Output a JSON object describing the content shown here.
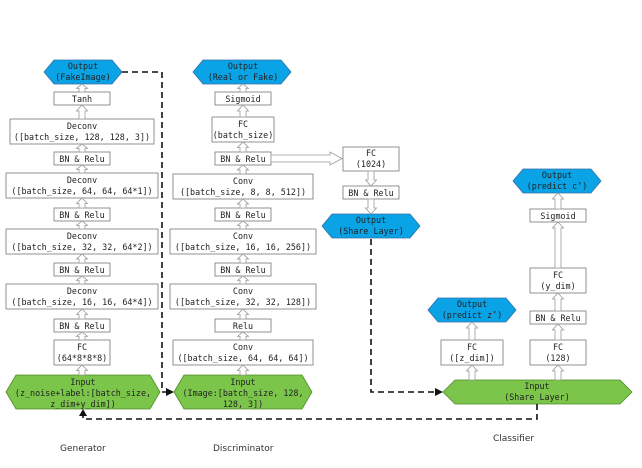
{
  "generator": {
    "output": [
      "Output",
      "(FakeImage)"
    ],
    "tanh": "Tanh",
    "deconv1": [
      "Deconv",
      "([batch_size, 128, 128, 3])"
    ],
    "bn1": "BN & Relu",
    "deconv2": [
      "Deconv",
      "([batch_size, 64, 64, 64*1])"
    ],
    "bn2": "BN & Relu",
    "deconv3": [
      "Deconv",
      "([batch_size, 32, 32, 64*2])"
    ],
    "bn3": "BN & Relu",
    "deconv4": [
      "Deconv",
      "([batch_size, 16, 16, 64*4])"
    ],
    "bn4": "BN & Relu",
    "fc": [
      "FC",
      "(64*8*8*8)"
    ],
    "input": [
      "Input",
      "(z_noise+label:[batch_size,",
      "z_dim+y_dim])"
    ],
    "caption": "Generator"
  },
  "discriminator": {
    "output": [
      "Output",
      "(Real or Fake)"
    ],
    "sigmoid": "Sigmoid",
    "fc": [
      "FC",
      "(batch_size)"
    ],
    "bn1": "BN & Relu",
    "conv1": [
      "Conv",
      "([batch_size, 8, 8, 512])"
    ],
    "bn2": "BN & Relu",
    "conv2": [
      "Conv",
      "([batch_size, 16, 16, 256])"
    ],
    "bn3": "BN & Relu",
    "conv3": [
      "Conv",
      "([batch_size, 32, 32, 128])"
    ],
    "relu": "Relu",
    "conv4": [
      "Conv",
      "([batch_size, 64, 64, 64])"
    ],
    "input": [
      "Input",
      "(Image:[batch_size, 128,",
      "128, 3])"
    ],
    "caption": "Discriminator"
  },
  "shared": {
    "fc": [
      "FC",
      "(1024)"
    ],
    "bn": "BN & Relu",
    "output": [
      "Output",
      "(Share Layer)"
    ]
  },
  "classifier": {
    "output_z": [
      "Output",
      "(predict z’)"
    ],
    "fc_z": [
      "FC",
      "([z_dim])"
    ],
    "output_c": [
      "Output",
      "(predict c’)"
    ],
    "sigmoid": "Sigmoid",
    "fc_y": [
      "FC",
      "(y_dim)"
    ],
    "bn": "BN & Relu",
    "fc_128": [
      "FC",
      "(128)"
    ],
    "input": [
      "Input",
      "(Share Layer)"
    ],
    "caption": "Classifier"
  },
  "colors": {
    "output_fill": "#0aa3e6",
    "input_fill": "#7bc54a",
    "box_stroke": "#777777",
    "arrow": "#999999",
    "dashed": "#111111"
  }
}
